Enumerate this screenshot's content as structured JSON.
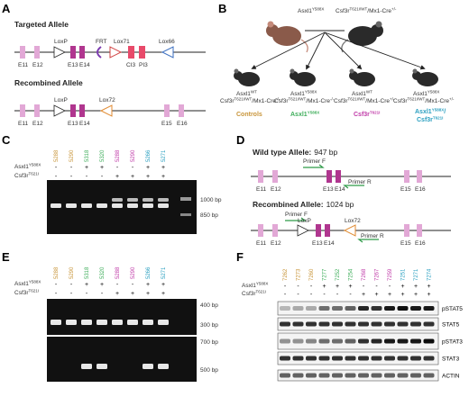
{
  "panels": {
    "A": {
      "letter": "A",
      "targeted_title": "Targeted Allele",
      "recombined_title": "Recombined Allele",
      "targeted_labels": [
        "E11",
        "E12",
        "LoxP",
        "E13",
        "E14",
        "FRT",
        "Lox71",
        "CI3",
        "PI3",
        "Lox66"
      ],
      "recombined_labels": [
        "E11",
        "E12",
        "LoxP",
        "E13",
        "E14",
        "Lox72",
        "E15",
        "E16"
      ]
    },
    "B": {
      "letter": "B",
      "parent_left": "Asxl1",
      "parent_left_sup": "Y588X",
      "parent_right": "Csf3r",
      "parent_right_sup": "T621I/WT",
      "parent_right_suffix": "/Mx1-Cre",
      "parent_right_suffix_sup": "+/-",
      "children": [
        {
          "l1": "Asxl1",
          "l1s": "WT",
          "l2": "Csf3r",
          "l2s": "T621I/WT",
          "l2b": "/Mx1-Cre",
          "l2bs": "-/-",
          "group": "Controls",
          "color": "#c8953a"
        },
        {
          "l1": "Asxl1",
          "l1s": "Y588X",
          "l2": "Csf3r",
          "l2s": "T621I/WT",
          "l2b": "/Mx1-Cre",
          "l2bs": "-/-",
          "group": "Asxl1",
          "groups": "Y588X",
          "color": "#3fae5b"
        },
        {
          "l1": "Asxl1",
          "l1s": "WT",
          "l2": "Csf3r",
          "l2s": "T621I/WT",
          "l2b": "/Mx1-Cre",
          "l2bs": "+/-",
          "group": "Csf3r",
          "groups": "T621I",
          "color": "#c03aa8"
        },
        {
          "l1": "Asxl1",
          "l1s": "Y588X",
          "l2": "Csf3r",
          "l2s": "T621I/WT",
          "l2b": "/Mx1-Cre",
          "l2bs": "+/-",
          "group": "Asxl1",
          "groups": "Y588X",
          "group2": "Csf3r",
          "group2s": "T621I",
          "color": "#2a9fc0"
        }
      ]
    },
    "C": {
      "letter": "C",
      "samples": [
        "5288",
        "5290",
        "5318",
        "5320",
        "5288",
        "5290",
        "5266",
        "5271"
      ],
      "sample_colors": [
        "#c8953a",
        "#c8953a",
        "#3fae5b",
        "#3fae5b",
        "#c03aa8",
        "#c03aa8",
        "#2a9fc0",
        "#2a9fc0"
      ],
      "row1_label": "Asxl1",
      "row1_sup": "Y588X",
      "row1": [
        "-",
        "-",
        "+",
        "+",
        "-",
        "-",
        "+",
        "+"
      ],
      "row2_label": "Csf3r",
      "row2_sup": "T621I",
      "row2": [
        "-",
        "-",
        "-",
        "-",
        "+",
        "+",
        "+",
        "+"
      ],
      "markers": [
        "1000 bp",
        "850 bp"
      ]
    },
    "D": {
      "letter": "D",
      "wt_title": "Wild type Allele:",
      "wt_size": "947 bp",
      "rec_title": "Recombined Allele:",
      "rec_size": "1024 bp",
      "primer_f": "Primer F",
      "primer_r": "Primer R",
      "wt_labels": [
        "E11",
        "E12",
        "E13",
        "E14",
        "E15",
        "E16"
      ],
      "rec_labels": [
        "E11",
        "E12",
        "LoxP",
        "E13",
        "E14",
        "Lox72",
        "E15",
        "E16"
      ]
    },
    "E": {
      "letter": "E",
      "samples": [
        "5288",
        "5290",
        "5318",
        "5320",
        "5288",
        "5290",
        "5266",
        "5271"
      ],
      "sample_colors": [
        "#c8953a",
        "#c8953a",
        "#3fae5b",
        "#3fae5b",
        "#c03aa8",
        "#c03aa8",
        "#2a9fc0",
        "#2a9fc0"
      ],
      "row1_label": "Asxl1",
      "row1_sup": "Y588X",
      "row1": [
        "-",
        "-",
        "+",
        "+",
        "-",
        "-",
        "+",
        "+"
      ],
      "row2_label": "Csf3r",
      "row2_sup": "T621I",
      "row2": [
        "-",
        "-",
        "-",
        "-",
        "+",
        "+",
        "+",
        "+"
      ],
      "markers_top": [
        "400 bp",
        "300 bp"
      ],
      "markers_bottom": [
        "700 bp",
        "500 bp"
      ]
    },
    "F": {
      "letter": "F",
      "samples": [
        "7262",
        "7273",
        "7260",
        "7277",
        "7252",
        "7254",
        "7268",
        "7267",
        "7259",
        "7251",
        "7271",
        "7274"
      ],
      "sample_colors": [
        "#c8953a",
        "#c8953a",
        "#c8953a",
        "#3fae5b",
        "#3fae5b",
        "#3fae5b",
        "#c03aa8",
        "#c03aa8",
        "#c03aa8",
        "#2a9fc0",
        "#2a9fc0",
        "#2a9fc0"
      ],
      "row1_label": "Asxl1",
      "row1_sup": "Y588X",
      "row1": [
        "-",
        "-",
        "-",
        "+",
        "+",
        "+",
        "-",
        "-",
        "-",
        "+",
        "+",
        "+"
      ],
      "row2_label": "Csf3r",
      "row2_sup": "T621I",
      "row2": [
        "-",
        "-",
        "-",
        "-",
        "-",
        "-",
        "+",
        "+",
        "+",
        "+",
        "+",
        "+"
      ],
      "blots": [
        "pSTAT5",
        "STAT5",
        "pSTAT3",
        "STAT3",
        "ACTIN"
      ]
    }
  }
}
